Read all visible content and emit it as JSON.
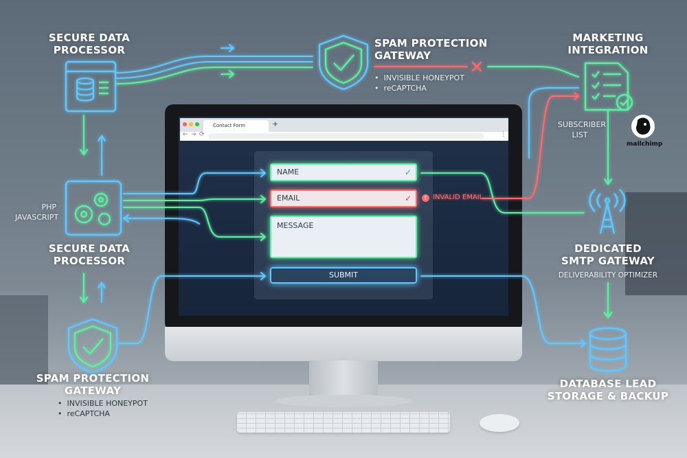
{
  "nodes": {
    "top_processor": {
      "line1": "SECURE DATA",
      "line2": "PROCESSOR"
    },
    "top_gateway": {
      "line1": "SPAM PROTECTION",
      "line2": "GATEWAY",
      "bullets": [
        "INVISIBLE HONEYPOT",
        "reCAPTCHA"
      ]
    },
    "marketing": {
      "line1": "MARKETING",
      "line2": "INTEGRATION",
      "subscriber_1": "SUBSCRIBER",
      "subscriber_2": "LIST",
      "brand": "mailchimp"
    },
    "mid_processor": {
      "line1": "SECURE DATA",
      "line2": "PROCESSOR",
      "lang_1": "PHP",
      "lang_2": "JAVASCRIPT"
    },
    "smtp": {
      "line1": "DEDICATED",
      "line2": "SMTP GATEWAY",
      "note": "DELIVERABILITY OPTIMIZER"
    },
    "bottom_gateway": {
      "line1": "SPAM PROTECTION",
      "line2": "GATEWAY",
      "bullets": [
        "INVISIBLE HONEYPOT",
        "reCAPTCHA"
      ]
    },
    "database": {
      "line1": "DATABASE LEAD",
      "line2": "STORAGE & BACKUP"
    }
  },
  "browser": {
    "tab_title": "Contact Form",
    "new_tab": "+",
    "more": "⋮"
  },
  "form": {
    "name_placeholder": "NAME",
    "email_placeholder": "EMAIL",
    "message_placeholder": "MESSAGE",
    "submit_label": "SUBMIT",
    "error_text": "INVALID EMAIL"
  },
  "colors": {
    "green": "#5cf0a0",
    "blue": "#5ec8ff",
    "red": "#ff6b6b",
    "screen": "#1b2b40"
  },
  "icons": [
    "shield-check-icon",
    "server-database-icon",
    "gears-icon",
    "checklist-icon",
    "antenna-icon",
    "database-icon",
    "mailchimp-logo"
  ]
}
